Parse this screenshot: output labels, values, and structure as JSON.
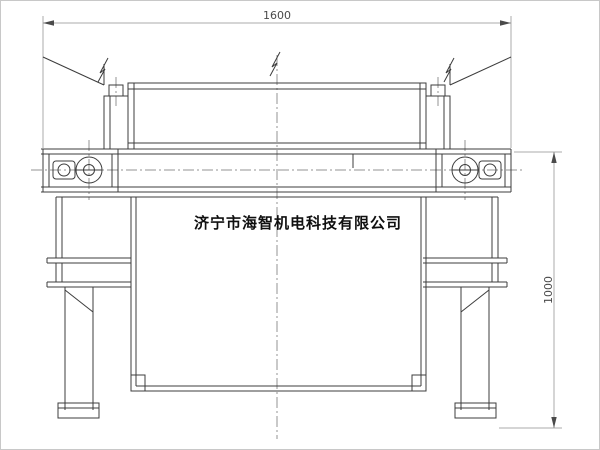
{
  "dimensions": {
    "top": {
      "label": "1600"
    },
    "right": {
      "label": "1000"
    }
  },
  "watermark": {
    "text": "济宁市海智机电科技有限公司"
  },
  "colors": {
    "line": "#3c3c3c",
    "thin": "#8f8f8f",
    "centerline": "#707070",
    "dim_text": "#4a4a4a",
    "watermark_text": "#101010",
    "background": "#ffffff",
    "border": "#c8c8c8"
  }
}
